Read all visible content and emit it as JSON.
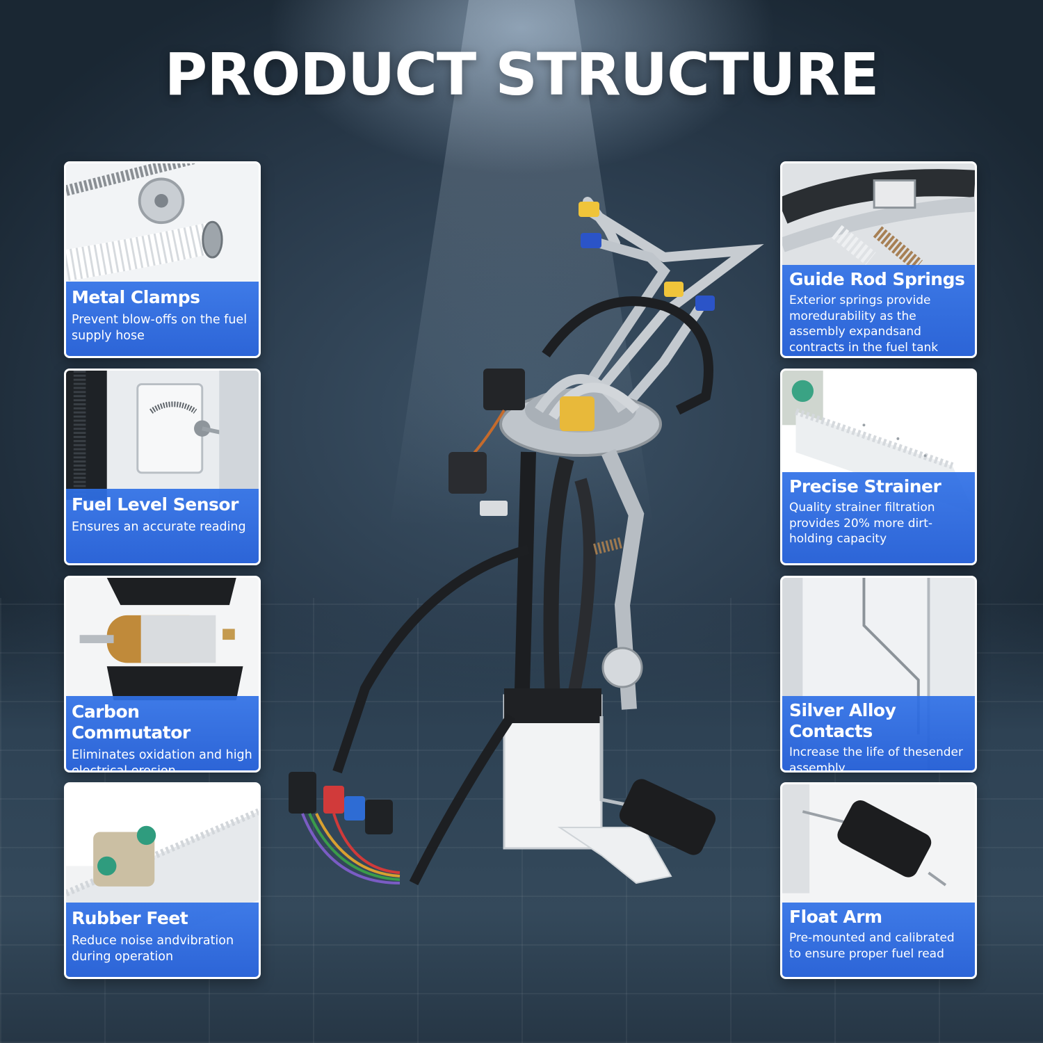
{
  "title": "PRODUCT STRUCTURE",
  "features_left": [
    {
      "name": "Metal Clamps",
      "description": "Prevent blow-offs on the fuel supply hose"
    },
    {
      "name": "Fuel Level Sensor",
      "description": "Ensures an accurate reading"
    },
    {
      "name": "Carbon Commutator",
      "description": "Eliminates oxidation and high electrical erosion"
    },
    {
      "name": "Rubber Feet",
      "description": "Reduce noise andvibration during operation"
    }
  ],
  "features_right": [
    {
      "name": "Guide Rod Springs",
      "description": "Exterior springs provide moredurability as the assembly expandsand contracts in the fuel tank"
    },
    {
      "name": "Precise Strainer",
      "description": "Quality strainer filtration provides 20% more dirt-holding capacity"
    },
    {
      "name": "Silver Alloy Contacts",
      "description": "Increase the life of thesender assembly"
    },
    {
      "name": "Float Arm",
      "description": "Pre-mounted and calibrated to ensure proper fuel read"
    }
  ]
}
